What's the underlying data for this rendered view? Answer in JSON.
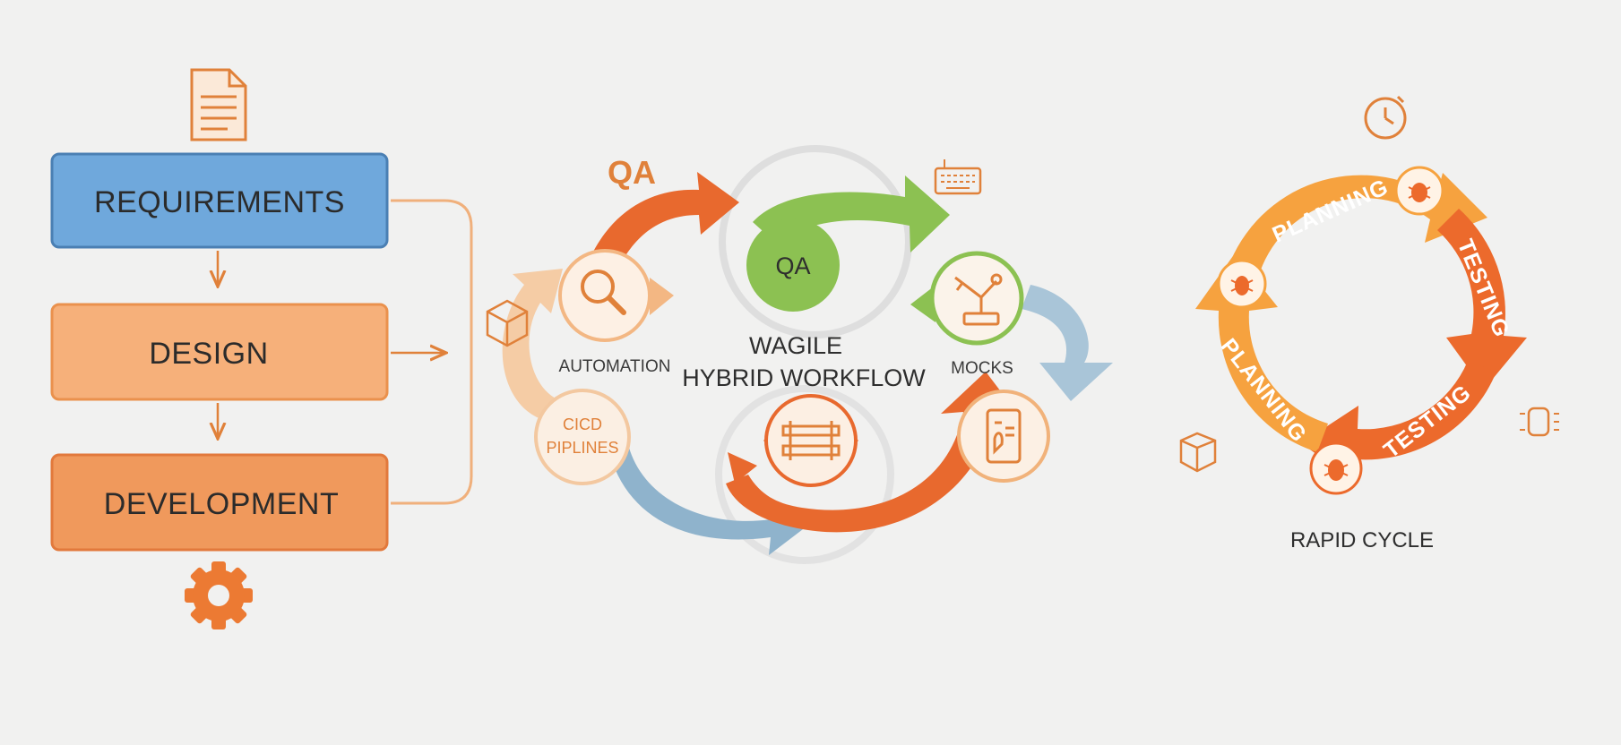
{
  "waterfall": {
    "steps": [
      {
        "label": "REQUIREMENTS",
        "color": "#6fa8dc"
      },
      {
        "label": "DESIGN",
        "color": "#f6b07a"
      },
      {
        "label": "DEVELOPMENT",
        "color": "#f0995c"
      }
    ]
  },
  "hybrid": {
    "title_line1": "WAGILE",
    "title_line2": "HYBRID WORKFLOW",
    "qa_top": "QA",
    "qa_center": "QA",
    "automation": "AUTOMATION",
    "mocks": "MOCKS",
    "cicd_line1": "CICD",
    "cicd_line2": "PIPLINES",
    "colors": {
      "orange": "#e8692e",
      "green": "#8cc152",
      "blue": "#8fb3cc",
      "peach": "#f5c89c"
    }
  },
  "rapid": {
    "title": "RAPID CYCLE",
    "segments": [
      "PLANNING",
      "TESTING",
      "TESTING",
      "PLANNING"
    ],
    "colors": {
      "light": "#f6a23f",
      "dark": "#ec6a2c"
    }
  },
  "icons": [
    "document-icon",
    "gear-icon",
    "magnifier-icon",
    "robot-arm-icon",
    "tablet-icon",
    "ruler-icon",
    "cube-icon",
    "keyboard-icon",
    "clock-icon",
    "bug-icon",
    "light-icon"
  ]
}
